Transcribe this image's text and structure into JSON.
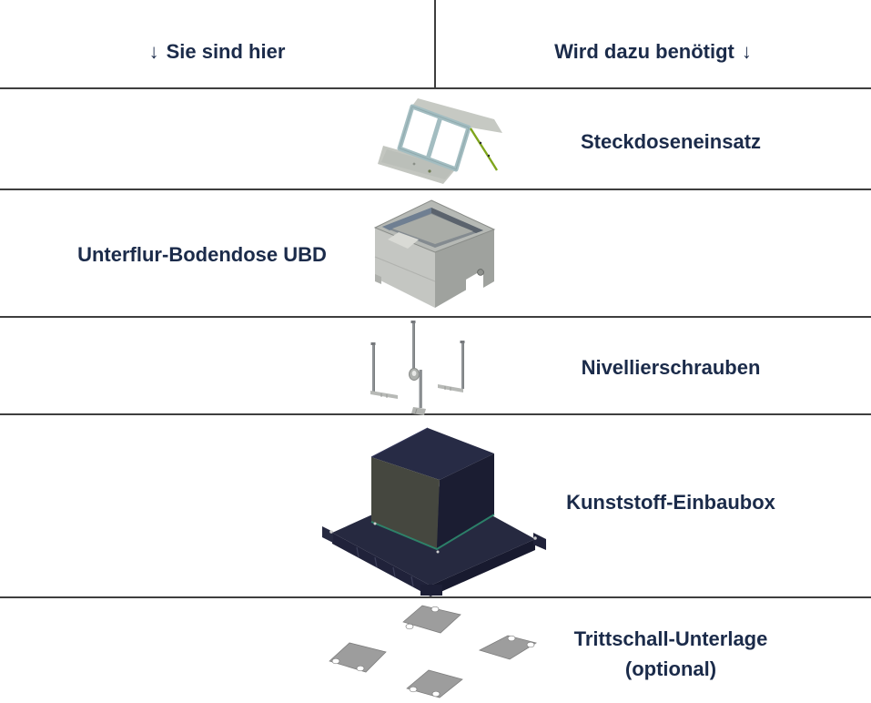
{
  "header": {
    "left": {
      "arrow": "↓",
      "label": "Sie sind hier"
    },
    "right": {
      "label": "Wird dazu benötigt",
      "arrow": "↓"
    }
  },
  "rows": [
    {
      "id": "steckdoseneinsatz",
      "label": "Steckdoseneinsatz",
      "label_side": "right",
      "image": "socket-insert"
    },
    {
      "id": "unterflur-bodendose",
      "label": "Unterflur-Bodendose UBD",
      "label_side": "left",
      "image": "floor-box-ubd"
    },
    {
      "id": "nivellierschrauben",
      "label": "Nivellierschrauben",
      "label_side": "right",
      "image": "leveling-screws"
    },
    {
      "id": "kunststoff-einbaubox",
      "label": "Kunststoff-Einbaubox",
      "label_side": "right",
      "image": "plastic-mounting-box"
    },
    {
      "id": "trittschall-unterlage",
      "label": "Trittschall-Unterlage",
      "sublabel": "(optional)",
      "label_side": "right",
      "image": "impact-sound-pads"
    }
  ],
  "colors": {
    "text_navy": "#1b2b4a",
    "divider_line": "#3e3e3e",
    "background": "#ffffff",
    "metal_gray": "#b6b9b5",
    "frame_blue_gray": "#a3bdc1",
    "wire_green": "#7fa51c",
    "box_dark_navy": "#262940",
    "box_face_olive": "#45473f",
    "teal_edge": "#2e8a6e",
    "pad_gray": "#9d9d9d"
  }
}
